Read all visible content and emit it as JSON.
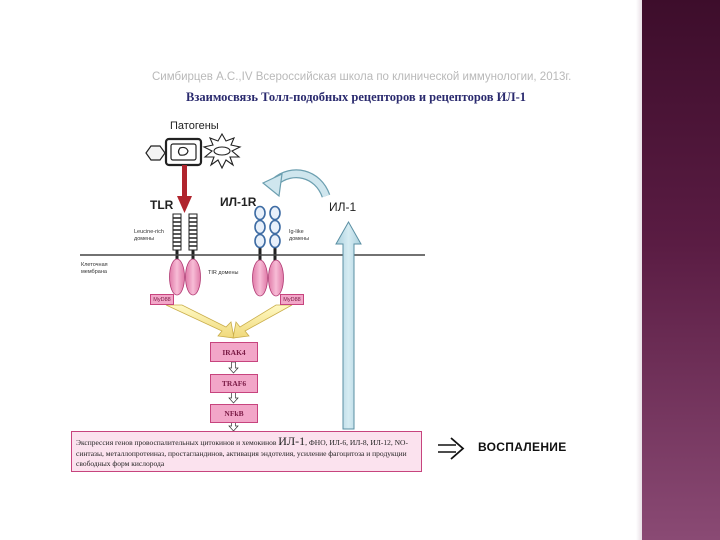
{
  "slide": {
    "credit": "Симбирцев А.С.,IV Всероссийская школа по клинической иммунологии, 2013г.",
    "title": "Взаимосвязь Толл-подобных рецепторов и рецепторов ИЛ-1"
  },
  "diagram": {
    "pathogens": "Патогены",
    "tlr": "TLR",
    "il1r": "ИЛ-1R",
    "il1": "ИЛ-1",
    "leucine": "Leucine-rich\nдомены",
    "ig": "Ig-like\nдомены",
    "membrane": "Клеточная\nмембрана",
    "tir": "TIR домены",
    "myd88_left": "MyD88",
    "myd88_right": "MyD88",
    "irak4": "IRAK4",
    "traf6": "TRAF6",
    "nfkb": "NFkB",
    "expression_prefix": "Экспрессия генов провоспалительных цитокинов и хемокинов",
    "expression_il1": "ИЛ-1",
    "expression_suffix": ", ФНО, ИЛ-6, ИЛ-8, ИЛ-12, NO-синтазы, металлопротеиназ, простагландинов, активация эндотелия, усиление фагоцитоза и продукции свободных форм кислорода",
    "inflammation": "ВОСПАЛЕНИЕ"
  },
  "colors": {
    "sidebar_top": "#3d0d2b",
    "sidebar_bottom": "#8a4a74",
    "pink": "#f2a6c8",
    "pink_border": "#c7447e",
    "red_arrow": "#b0242d",
    "light_blue": "#b9dbe7",
    "ig_blue": "#3d6ba3"
  }
}
